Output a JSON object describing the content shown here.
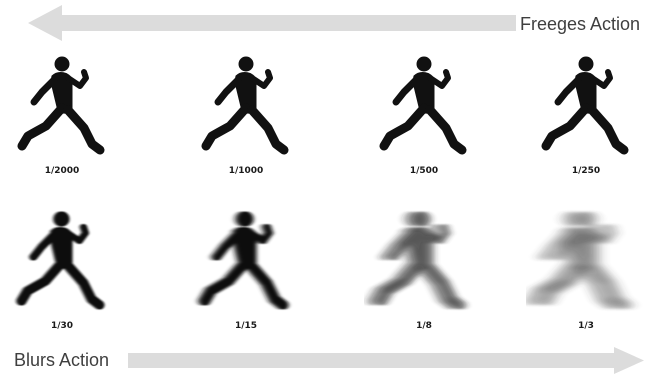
{
  "top_arrow": {
    "label": "Freeges Action",
    "color": "#dcdcdc"
  },
  "bottom_arrow": {
    "label": "Blurs Action",
    "color": "#dcdcdc"
  },
  "figure_color": "#111111",
  "rows": [
    {
      "row": "top",
      "items": [
        {
          "speed": "1/2000",
          "blur": 0
        },
        {
          "speed": "1/1000",
          "blur": 0
        },
        {
          "speed": "1/500",
          "blur": 0
        },
        {
          "speed": "1/250",
          "blur": 0
        }
      ]
    },
    {
      "row": "bottom",
      "items": [
        {
          "speed": "1/30",
          "blur": 1
        },
        {
          "speed": "1/15",
          "blur": 2
        },
        {
          "speed": "1/8",
          "blur": 4
        },
        {
          "speed": "1/3",
          "blur": 6
        }
      ]
    }
  ]
}
